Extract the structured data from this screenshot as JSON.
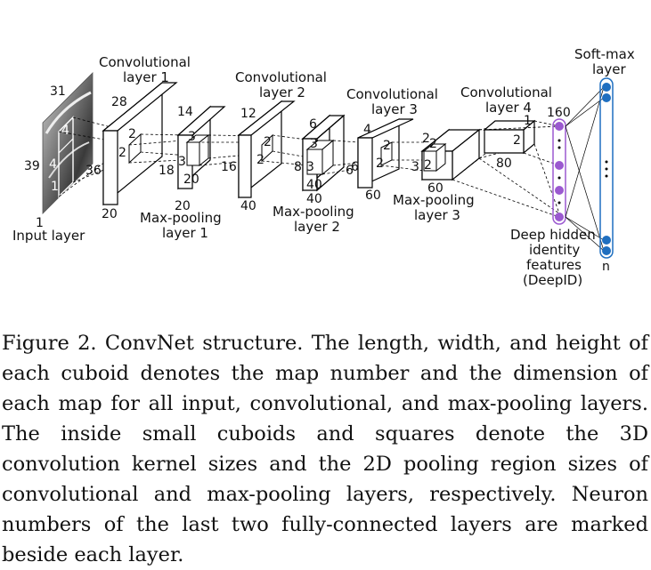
{
  "figure": {
    "input": {
      "label": "Input layer",
      "depth": "1",
      "height": "39",
      "width": "31",
      "kernel_a": "4",
      "kernel_b": "4",
      "kernel_c": "1",
      "width2": "36"
    },
    "conv1": {
      "label": "Convolutional\nlayer 1",
      "width": "28",
      "depth": "20",
      "k1": "2",
      "k2": "2"
    },
    "pool1": {
      "label": "Max-pooling\nlayer 1",
      "width": "14",
      "height": "18",
      "depth": "20",
      "depth2": "20",
      "k1": "3",
      "k2": "3"
    },
    "conv2": {
      "label": "Convolutional\nlayer 2",
      "width": "12",
      "height": "16",
      "depth": "40",
      "k1": "2",
      "k2": "2"
    },
    "pool2": {
      "label": "Max-pooling\nlayer 2",
      "width": "6",
      "height": "8",
      "depth": "40",
      "depth2": "40",
      "k1": "3",
      "k2": "3",
      "k3": "3"
    },
    "conv3": {
      "label": "Convolutional\nlayer 3",
      "width": "4",
      "height": "6",
      "depth": "60",
      "k1": "2",
      "k2": "2"
    },
    "pool3": {
      "label": "Max-pooling\nlayer 3",
      "height": "3",
      "depth": "60",
      "k1": "2",
      "k2": "2",
      "k3": "2"
    },
    "conv4": {
      "label": "Convolutional\nlayer 4",
      "width": "1",
      "height": "2",
      "depth": "80"
    },
    "deepid": {
      "label": "Deep hidden\nidentity\nfeatures\n(DeepID)",
      "count": "160",
      "color": "#9b59d0"
    },
    "softmax": {
      "label": "Soft-max\nlayer",
      "count": "n",
      "color": "#1f6fc0"
    }
  },
  "caption": "Figure 2. ConvNet structure.  The length, width, and height of each cuboid denotes the map number and the dimension of each map for all input, convolutional, and max-pooling layers.  The inside small cuboids and squares denote the 3D convolution kernel sizes and the 2D pooling region sizes of convolutional and max-pooling layers, respectively. Neuron numbers of the last two fully-connected layers are marked beside each layer."
}
